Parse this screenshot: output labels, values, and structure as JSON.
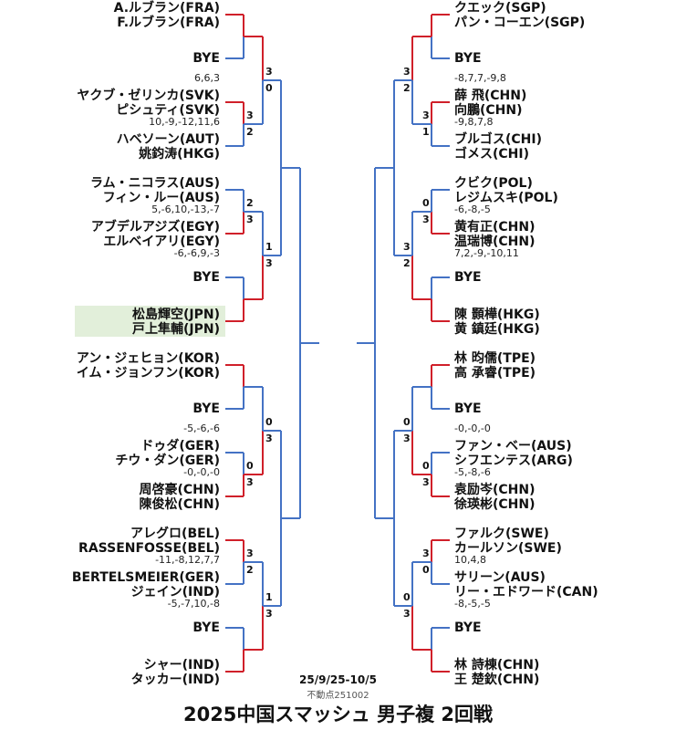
{
  "title": "2025中国スマッシュ 男子複 2回戦",
  "dates": "25/9/25-10/5",
  "version": "不動点251002",
  "colors": {
    "winner_line": "#d0202a",
    "loser_line": "#4472c4",
    "highlight": "#e2efda"
  },
  "left": {
    "slots": [
      {
        "lines": [
          "A.ルブラン(FRA)",
          "F.ルブラン(FRA)"
        ]
      },
      {
        "lines": [
          "BYE"
        ]
      },
      {
        "lines": [
          "ヤクブ・ゼリンカ(SVK)",
          "ピシュティ(SVK)"
        ]
      },
      {
        "lines": [
          "ハベソーン(AUT)",
          "姚鈞涛(HKG)"
        ]
      },
      {
        "lines": [
          "ラム・ニコラス(AUS)",
          "フィン・ルー(AUS)"
        ]
      },
      {
        "lines": [
          "アブデルアジズ(EGY)",
          "エルベイアリ(EGY)"
        ]
      },
      {
        "lines": [
          "BYE"
        ]
      },
      {
        "lines": [
          "松島輝空(JPN)",
          "戸上隼輔(JPN)"
        ],
        "highlight": true
      },
      {
        "lines": [
          "アン・ジェヒョン(KOR)",
          "イム・ジョンフン(KOR)"
        ]
      },
      {
        "lines": [
          "BYE"
        ]
      },
      {
        "lines": [
          "ドゥダ(GER)",
          "チウ・ダン(GER)"
        ]
      },
      {
        "lines": [
          "周啓豪(CHN)",
          "陳俊松(CHN)"
        ]
      },
      {
        "lines": [
          "アレグロ(BEL)",
          "RASSENFOSSE(BEL)"
        ]
      },
      {
        "lines": [
          "BERTELSMEIER(GER)",
          "ジェイン(IND)"
        ]
      },
      {
        "lines": [
          "BYE"
        ]
      },
      {
        "lines": [
          "シャー(IND)",
          "タッカー(IND)"
        ]
      }
    ],
    "r1_details": [
      {
        "slot": 2,
        "text": "6,6,3"
      },
      {
        "slot": 3,
        "text": "10,-9,-12,11,6"
      },
      {
        "slot": 5,
        "text": "5,-6,10,-13,-7"
      },
      {
        "slot": 6,
        "text": "-6,-6,9,-3"
      },
      {
        "slot": 10,
        "text": "-5,-6,-6"
      },
      {
        "slot": 11,
        "text": "-0,-0,-0"
      },
      {
        "slot": 13,
        "text": "-11,-8,12,7,7"
      },
      {
        "slot": 14,
        "text": "-5,-7,10,-8"
      }
    ],
    "r1_matches": [
      {
        "top_win": true,
        "scores": null
      },
      {
        "top_win": true,
        "scores": [
          "3",
          "2"
        ]
      },
      {
        "top_win": false,
        "scores": [
          "2",
          "3"
        ]
      },
      {
        "top_win": false,
        "scores": null
      },
      {
        "top_win": true,
        "scores": null
      },
      {
        "top_win": false,
        "scores": [
          "0",
          "3"
        ]
      },
      {
        "top_win": true,
        "scores": [
          "3",
          "2"
        ]
      },
      {
        "top_win": false,
        "scores": null
      }
    ],
    "r2_matches": [
      {
        "top_win": true,
        "scores": [
          "3",
          "0"
        ]
      },
      {
        "top_win": false,
        "scores": [
          "1",
          "3"
        ]
      },
      {
        "top_win": false,
        "scores": [
          "0",
          "3"
        ]
      },
      {
        "top_win": false,
        "scores": [
          "1",
          "3"
        ]
      }
    ]
  },
  "right": {
    "slots": [
      {
        "lines": [
          "クエック(SGP)",
          "パン・コーエン(SGP)"
        ]
      },
      {
        "lines": [
          "BYE"
        ]
      },
      {
        "lines": [
          "薛 飛(CHN)",
          "向鵬(CHN)"
        ]
      },
      {
        "lines": [
          "ブルゴス(CHI)",
          "ゴメス(CHI)"
        ]
      },
      {
        "lines": [
          "クビク(POL)",
          "レジムスキ(POL)"
        ]
      },
      {
        "lines": [
          "黄有正(CHN)",
          "温瑞博(CHN)"
        ]
      },
      {
        "lines": [
          "BYE"
        ]
      },
      {
        "lines": [
          "陳 顥樺(HKG)",
          "黄 鎮廷(HKG)"
        ]
      },
      {
        "lines": [
          "林 昀儒(TPE)",
          "高 承睿(TPE)"
        ]
      },
      {
        "lines": [
          "BYE"
        ]
      },
      {
        "lines": [
          "ファン・ベー(AUS)",
          "シフエンテス(ARG)"
        ]
      },
      {
        "lines": [
          "袁励岑(CHN)",
          "徐瑛彬(CHN)"
        ]
      },
      {
        "lines": [
          "ファルク(SWE)",
          "カールソン(SWE)"
        ]
      },
      {
        "lines": [
          "サリーン(AUS)",
          "リー・エドワード(CAN)"
        ]
      },
      {
        "lines": [
          "BYE"
        ]
      },
      {
        "lines": [
          "林 詩棟(CHN)",
          "王 楚欽(CHN)"
        ]
      }
    ],
    "r1_details": [
      {
        "slot": 2,
        "text": "-8,7,7,-9,8"
      },
      {
        "slot": 3,
        "text": "-9,8,7,8"
      },
      {
        "slot": 5,
        "text": "-6,-8,-5"
      },
      {
        "slot": 6,
        "text": "7,2,-9,-10,11"
      },
      {
        "slot": 10,
        "text": "-0,-0,-0"
      },
      {
        "slot": 11,
        "text": "-5,-8,-6"
      },
      {
        "slot": 13,
        "text": "10,4,8"
      },
      {
        "slot": 14,
        "text": "-8,-5,-5"
      }
    ],
    "r1_matches": [
      {
        "top_win": true,
        "scores": null
      },
      {
        "top_win": true,
        "scores": [
          "3",
          "1"
        ]
      },
      {
        "top_win": false,
        "scores": [
          "0",
          "3"
        ]
      },
      {
        "top_win": false,
        "scores": null
      },
      {
        "top_win": true,
        "scores": null
      },
      {
        "top_win": false,
        "scores": [
          "0",
          "3"
        ]
      },
      {
        "top_win": true,
        "scores": [
          "3",
          "0"
        ]
      },
      {
        "top_win": false,
        "scores": null
      }
    ],
    "r2_matches": [
      {
        "top_win": true,
        "scores": [
          "3",
          "2"
        ]
      },
      {
        "top_win": false,
        "scores": [
          "3",
          "2"
        ]
      },
      {
        "top_win": false,
        "scores": [
          "0",
          "3"
        ]
      },
      {
        "top_win": false,
        "scores": [
          "0",
          "3"
        ]
      }
    ]
  }
}
